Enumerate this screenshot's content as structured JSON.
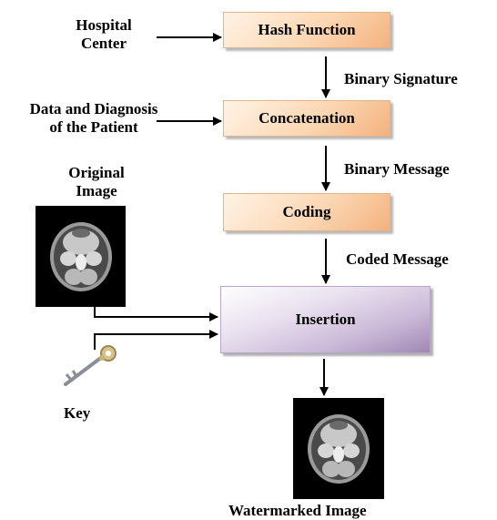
{
  "inputs": {
    "hospital_center": [
      "Hospital",
      "Center"
    ],
    "patient_data": [
      "Data and Diagnosis",
      "of the Patient"
    ],
    "original_image": [
      "Original",
      "Image"
    ],
    "key": "Key"
  },
  "steps": {
    "hash_function": "Hash Function",
    "concatenation": "Concatenation",
    "coding": "Coding",
    "insertion": "Insertion"
  },
  "flows": {
    "binary_signature": "Binary Signature",
    "binary_message": "Binary Message",
    "coded_message": "Coded Message"
  },
  "output": {
    "watermarked_image": "Watermarked Image"
  },
  "colors": {
    "orange_box": "#fbd7b3",
    "purple_box": "#cbb9d8"
  }
}
